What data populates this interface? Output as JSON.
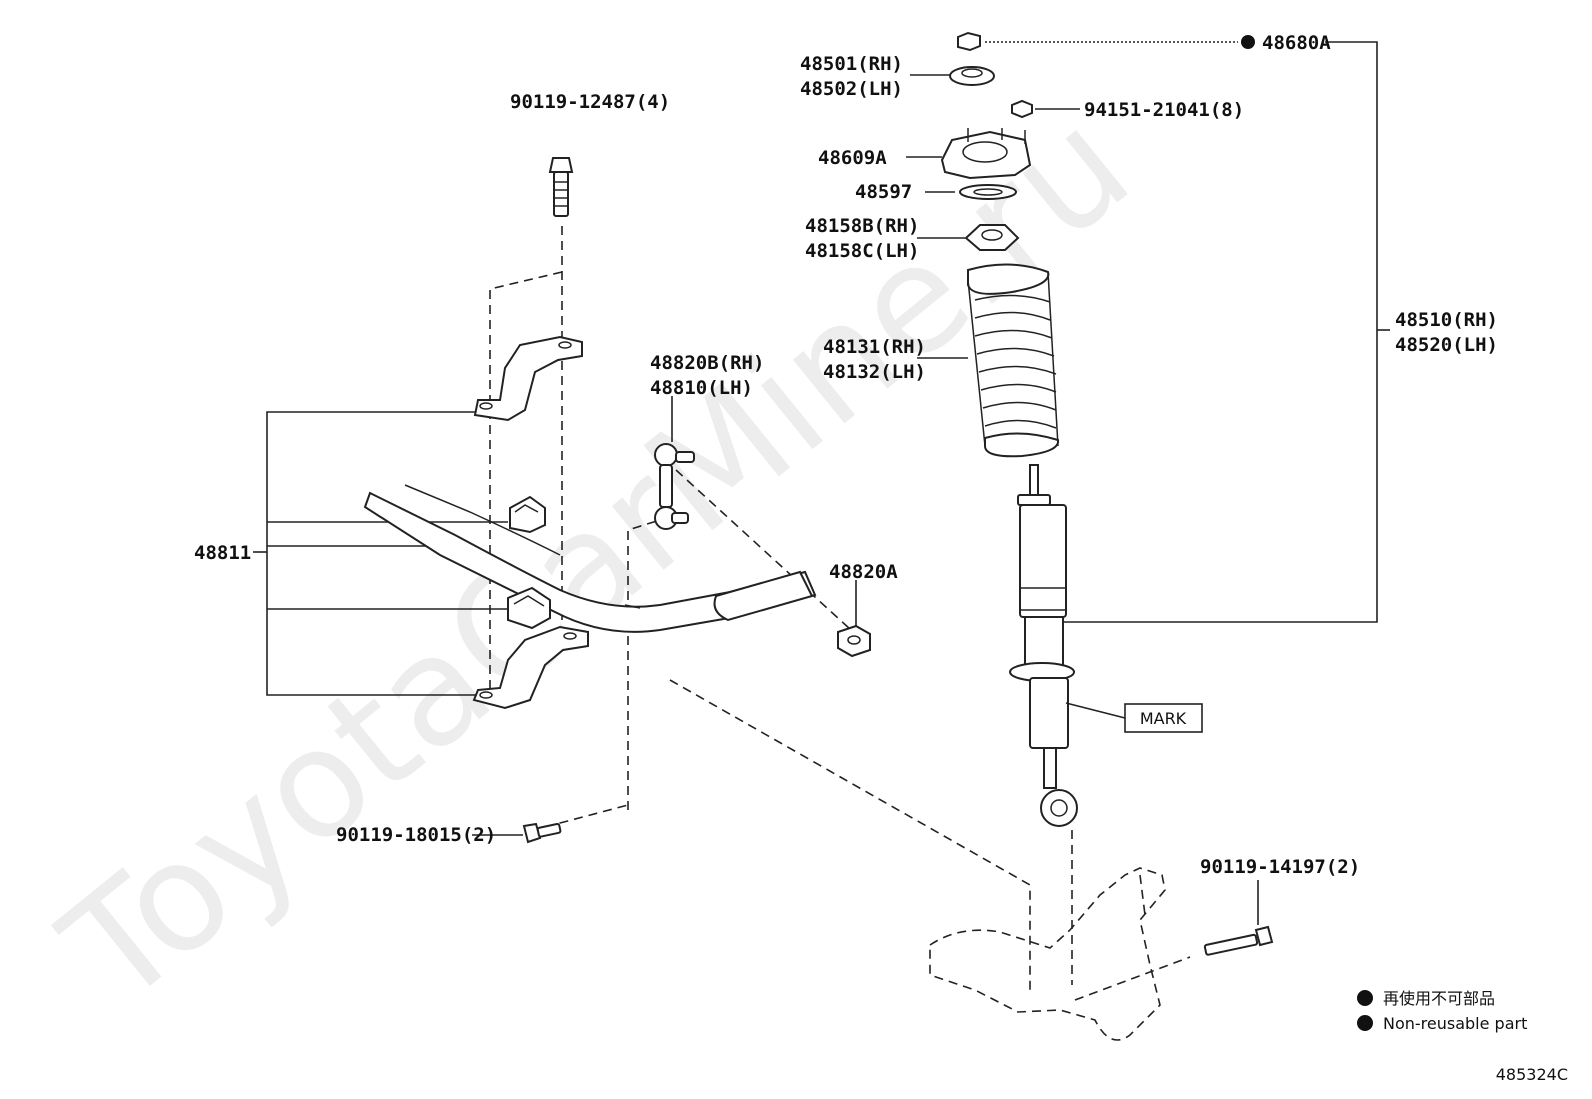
{
  "watermark": "ToyotaCarMine.ru",
  "callouts": {
    "bolt_top": "90119-12487(4)",
    "bushing_sway": "48811",
    "link_upper": "48820B(RH)",
    "link_lower": "48810(LH)",
    "nut_link": "48820A",
    "bolt_bottom": "90119-18015(2)",
    "nut_top": "48680A",
    "bearing_rh": "48501(RH)",
    "bearing_lh": "48502(LH)",
    "nut_mount": "94151-21041(8)",
    "mount": "48609A",
    "seat": "48597",
    "insulator_rh": "48158B(RH)",
    "insulator_lh": "48158C(LH)",
    "spring_rh": "48131(RH)",
    "spring_lh": "48132(LH)",
    "shock_rh": "48510(RH)",
    "shock_lh": "48520(LH)",
    "mark": "MARK",
    "bolt_arm": "90119-14197(2)"
  },
  "legend": {
    "line1": "再使用不可部品",
    "line2": "Non-reusable part"
  },
  "figure_id": "485324C"
}
